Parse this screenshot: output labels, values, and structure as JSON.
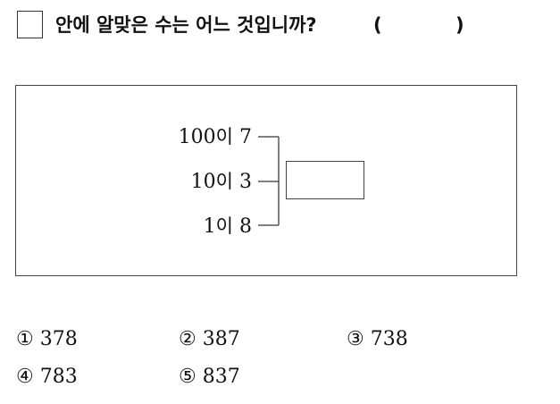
{
  "question": {
    "text": "안에 알맞은 수는 어느 것입니까?",
    "paren_open": "(",
    "paren_close": ")"
  },
  "rows": [
    {
      "number": "100",
      "particle": "이",
      "count": "7"
    },
    {
      "number": "10",
      "particle": "이",
      "count": "3"
    },
    {
      "number": "1",
      "particle": "이",
      "count": "8"
    }
  ],
  "choices": [
    {
      "mark": "①",
      "value": "378"
    },
    {
      "mark": "②",
      "value": "387"
    },
    {
      "mark": "③",
      "value": "738"
    },
    {
      "mark": "④",
      "value": "783"
    },
    {
      "mark": "⑤",
      "value": "837"
    }
  ]
}
